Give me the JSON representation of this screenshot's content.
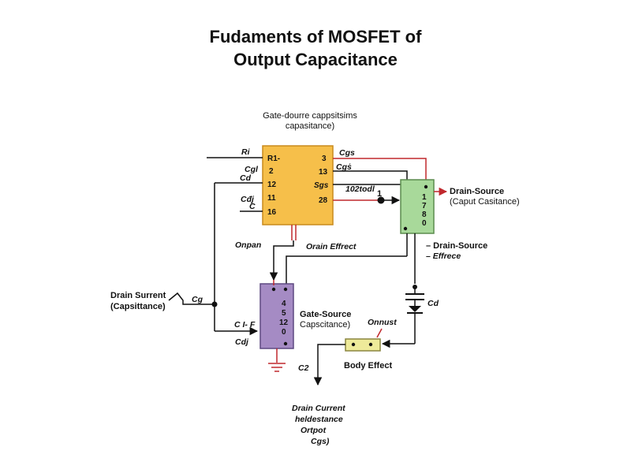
{
  "title": {
    "line1": "Fudaments of MOSFET of",
    "line2": "Output Capacitance"
  },
  "colors": {
    "orange_block": "#f6bf4a",
    "green_block": "#a8d99a",
    "purple_block": "#a58bc4",
    "yellow_block": "#eeea9a",
    "accent_red": "#c0282d"
  },
  "top_block": {
    "caption_line1": "Gate-dourre cappsitsims",
    "caption_line2": "capasitance)",
    "left_pins": [
      "R1-",
      "2",
      "12",
      "11",
      "16"
    ],
    "right_pins": [
      "3",
      "13",
      "Sgs",
      "28"
    ],
    "left_labels": [
      "Ri",
      "Cgl",
      "Cd",
      "Cđj",
      "C"
    ],
    "right_labels": [
      "Cgs",
      "Cgṡ"
    ],
    "line_label": "102todl",
    "line_label_num": "1"
  },
  "green_block": {
    "pins": [
      "1",
      "7",
      "8",
      "0"
    ],
    "label_line1": "Drain-Source",
    "label_line2": "(Caput Casitance)",
    "side_line1": "– Drain-Source",
    "side_line2": "– Effrece"
  },
  "purple_block": {
    "pins": [
      "4",
      "5",
      "12",
      "0"
    ],
    "label_line1": "Gate-Source",
    "label_line2": "Capscitance)",
    "ground_label": "C2"
  },
  "labels": {
    "onpan": "Onpan",
    "orain_effect": "Orain Effrect",
    "drain_current_left_1": "Drain Surrent",
    "drain_current_left_2": "(Capsittance)",
    "cg": "Cg",
    "cl_f": "C I- F",
    "cdj": "Cdj",
    "cd": "Cd",
    "onnust": "Onnust"
  },
  "body_effect": {
    "label": "Body Effect"
  },
  "bottom_text": {
    "line1": "Drain Current",
    "line2": "heldestance",
    "line3": "Ortpot",
    "line4": "Cgs)"
  }
}
